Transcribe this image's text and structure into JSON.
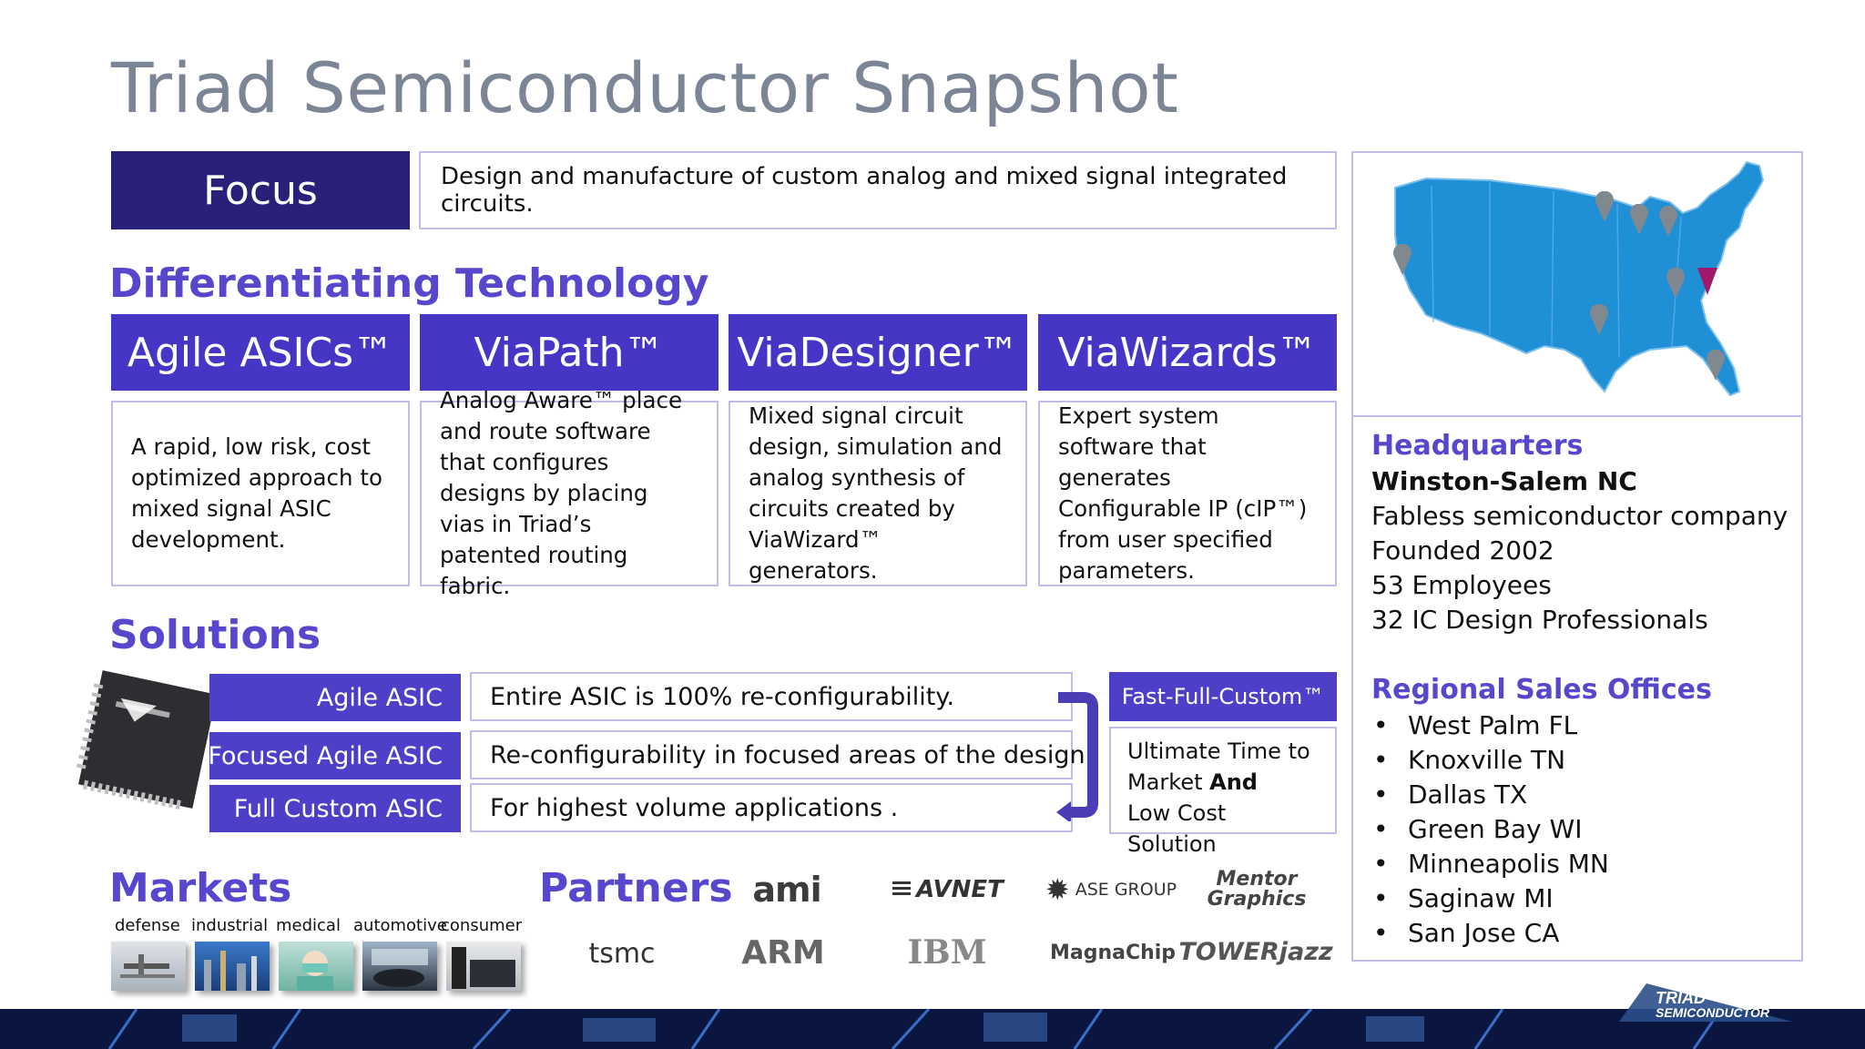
{
  "title": "Triad Semiconductor Snapshot",
  "focus": {
    "label": "Focus",
    "text": "Design and manufacture of custom analog and mixed signal integrated circuits."
  },
  "technology": {
    "heading": "Differentiating Technology",
    "items": [
      {
        "name": "Agile ASICs™",
        "description": "A rapid, low risk, cost optimized approach to mixed signal ASIC development."
      },
      {
        "name": "ViaPath™",
        "description": "Analog Aware™ place and route software that configures designs by placing vias in Triad’s patented routing fabric."
      },
      {
        "name": "ViaDesigner™",
        "description": "Mixed signal circuit design, simulation and analog synthesis of circuits created by ViaWizard™ generators."
      },
      {
        "name": "ViaWizards™",
        "description": "Expert system software that generates Configurable IP (cIP™) from user specified parameters."
      }
    ]
  },
  "solutions": {
    "heading": "Solutions",
    "rows": [
      {
        "label": "Agile ASIC",
        "description": "Entire ASIC is 100% re-configurability."
      },
      {
        "label": "Focused Agile ASIC",
        "description": "Re-configurability in focused areas of the design."
      },
      {
        "label": "Full Custom ASIC",
        "description": "For highest volume applications ."
      }
    ],
    "fast_full_custom": {
      "label": "Fast-Full-Custom™",
      "line1": "Ultimate Time to",
      "line2_a": "Market ",
      "line2_b": "And",
      "line3": "Low Cost Solution"
    }
  },
  "markets": {
    "heading": "Markets",
    "items": [
      "defense",
      "industrial",
      "medical",
      "automotive",
      "consumer"
    ]
  },
  "partners": {
    "heading": "Partners",
    "logos": [
      "ami",
      "AVNET",
      "ASE GROUP",
      "Mentor Graphics",
      "tsmc",
      "ARM",
      "IBM",
      "MagnaChip",
      "TOWERjazz"
    ]
  },
  "headquarters": {
    "heading": "Headquarters",
    "city": "Winston-Salem NC",
    "lines": [
      "Fabless semiconductor company",
      "Founded 2002",
      "53 Employees",
      "32 IC Design Professionals"
    ]
  },
  "offices": {
    "heading": "Regional Sales Offices",
    "items": [
      "West Palm FL",
      "Knoxville TN",
      "Dallas TX",
      "Green Bay WI",
      "Minneapolis MN",
      "Saginaw MI",
      "San Jose CA"
    ]
  },
  "footer_logo": {
    "line1": "TRIAD",
    "line2": "SEMICONDUCTOR"
  },
  "colors": {
    "primary_dark": "#29207a",
    "primary": "#4636c6",
    "accent": "#5847cc",
    "map": "#1f8fd6",
    "hq_pin": "#a0186a"
  },
  "icons": {
    "bullet": "•",
    "map_pin": "map-pin-icon",
    "chip": "chip-image"
  }
}
